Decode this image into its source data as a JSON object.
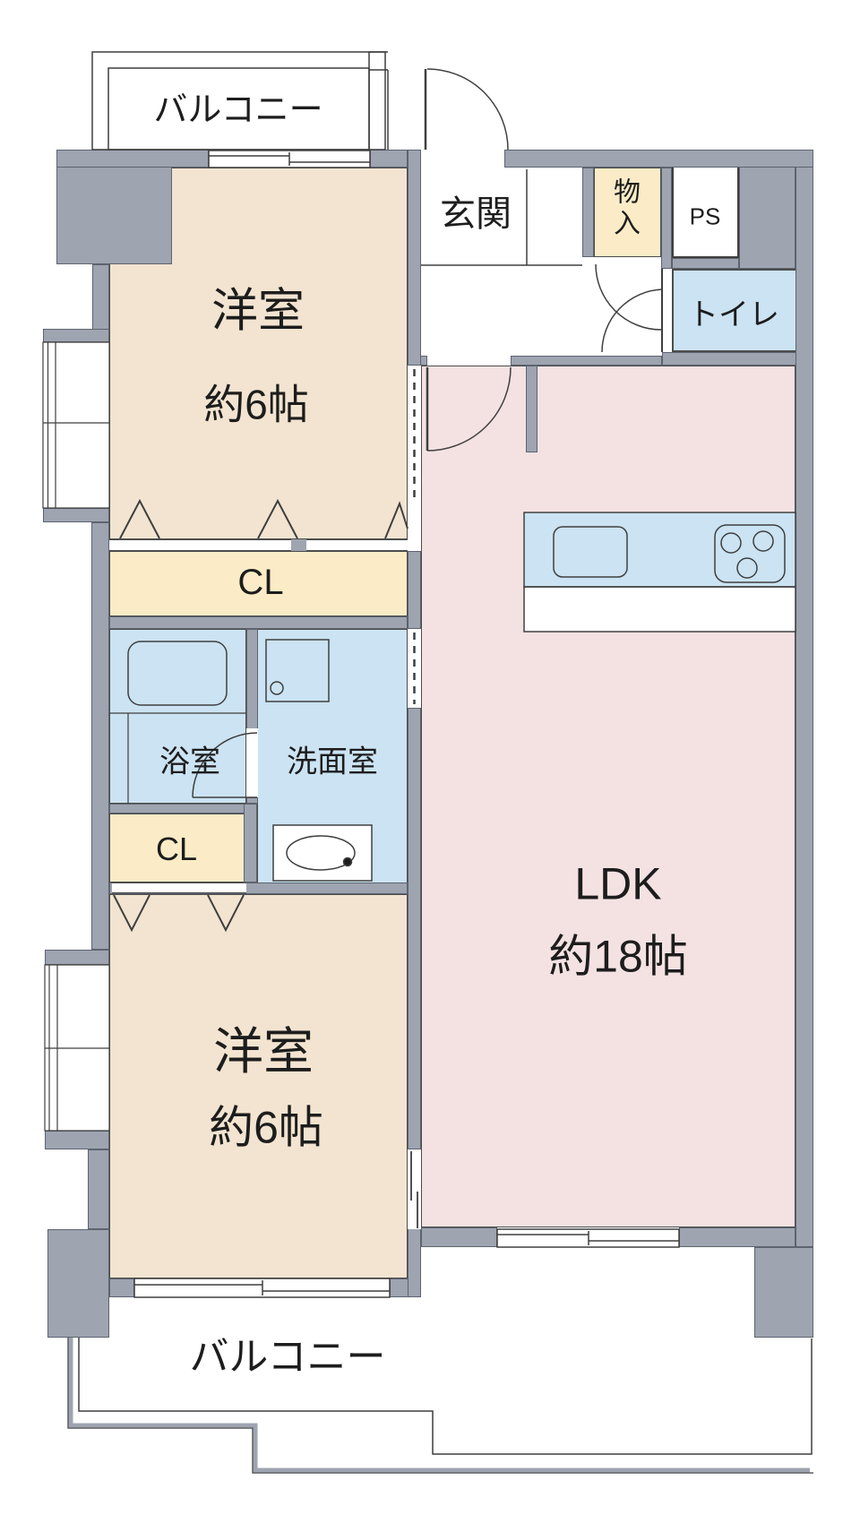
{
  "floorplan": {
    "balcony_top": {
      "label": "バルコニー"
    },
    "balcony_bottom": {
      "label": "バルコニー"
    },
    "entrance": {
      "label": "玄関"
    },
    "storage": {
      "label": "物入"
    },
    "pipe_space": {
      "label": "PS"
    },
    "toilet": {
      "label": "トイレ"
    },
    "bedroom1": {
      "name": "洋室",
      "size": "約6帖"
    },
    "bedroom2": {
      "name": "洋室",
      "size": "約6帖"
    },
    "closet1": {
      "label": "CL"
    },
    "closet2": {
      "label": "CL"
    },
    "bathroom": {
      "label": "浴室"
    },
    "washroom": {
      "label": "洗面室"
    },
    "ldk": {
      "name": "LDK",
      "size": "約18帖"
    },
    "colors": {
      "wall_gray": "#9EA4B0",
      "room_beige": "#F2E4D0",
      "ldk_pink": "#F4E2E2",
      "wet_area_blue": "#CBE3F2",
      "closet_yellow": "#FBECC7",
      "line_dark": "#3f3f3f",
      "background": "#FFFFFF"
    }
  }
}
